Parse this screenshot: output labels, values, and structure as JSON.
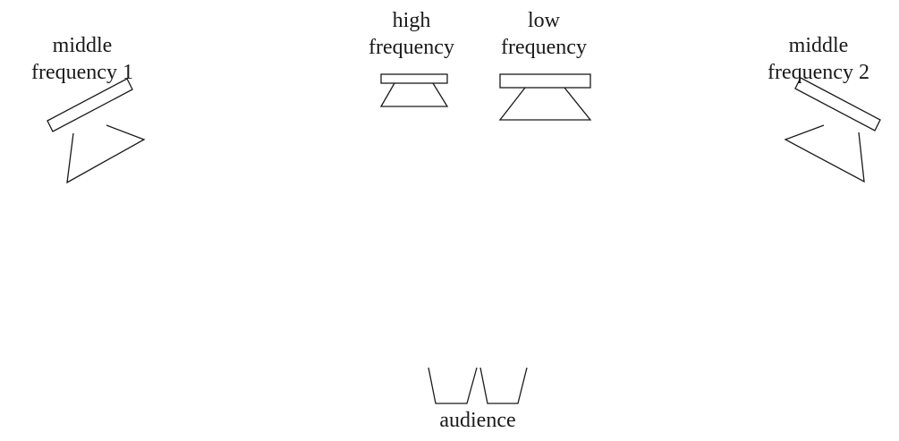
{
  "speakers": {
    "middle_1": {
      "line1": "middle",
      "line2": "frequency 1"
    },
    "high": {
      "line1": "high",
      "line2": "frequency"
    },
    "low": {
      "line1": "low",
      "line2": "frequency"
    },
    "middle_2": {
      "line1": "middle",
      "line2": "frequency 2"
    }
  },
  "audience": {
    "label": "audience"
  },
  "colors": {
    "stroke": "#1a1a1a",
    "background": "#ffffff"
  }
}
